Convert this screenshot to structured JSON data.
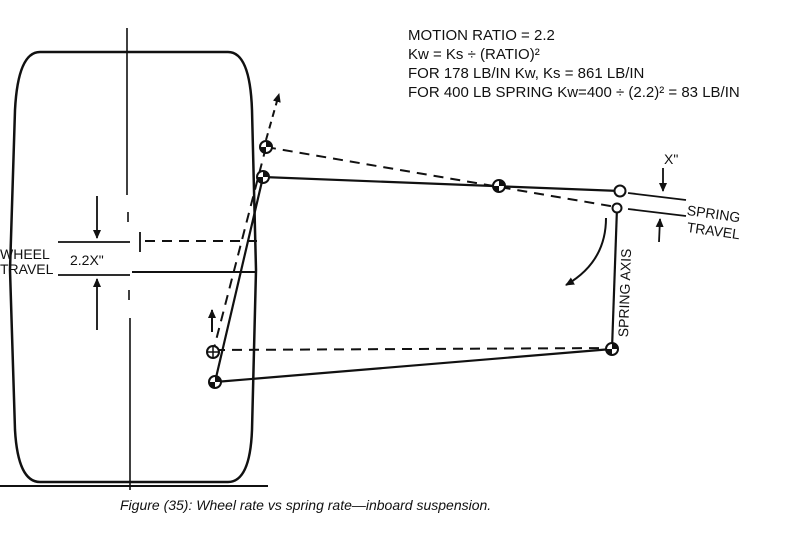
{
  "formulas": {
    "motion_ratio": "MOTION RATIO =  2.2",
    "kw_formula": "Kw = Ks ÷ (RATIO)²",
    "case_178": "FOR 178 LB/IN Kw, Ks = 861 LB/IN",
    "case_400": "FOR 400 LB SPRING Kw=400 ÷ (2.2)² = 83 LB/IN"
  },
  "labels": {
    "wheel_travel_line1": "WHEEL",
    "wheel_travel_line2": "TRAVEL",
    "wheel_travel_amount": "2.2X\"",
    "spring_travel_amount": "X\"",
    "spring_travel_line1": "SPRING",
    "spring_travel_line2": "TRAVEL",
    "spring_axis": "SPRING AXIS"
  },
  "caption": "Figure (35): Wheel rate vs spring rate—inboard suspension.",
  "colors": {
    "ink": "#111111",
    "paper": "#ffffff"
  }
}
